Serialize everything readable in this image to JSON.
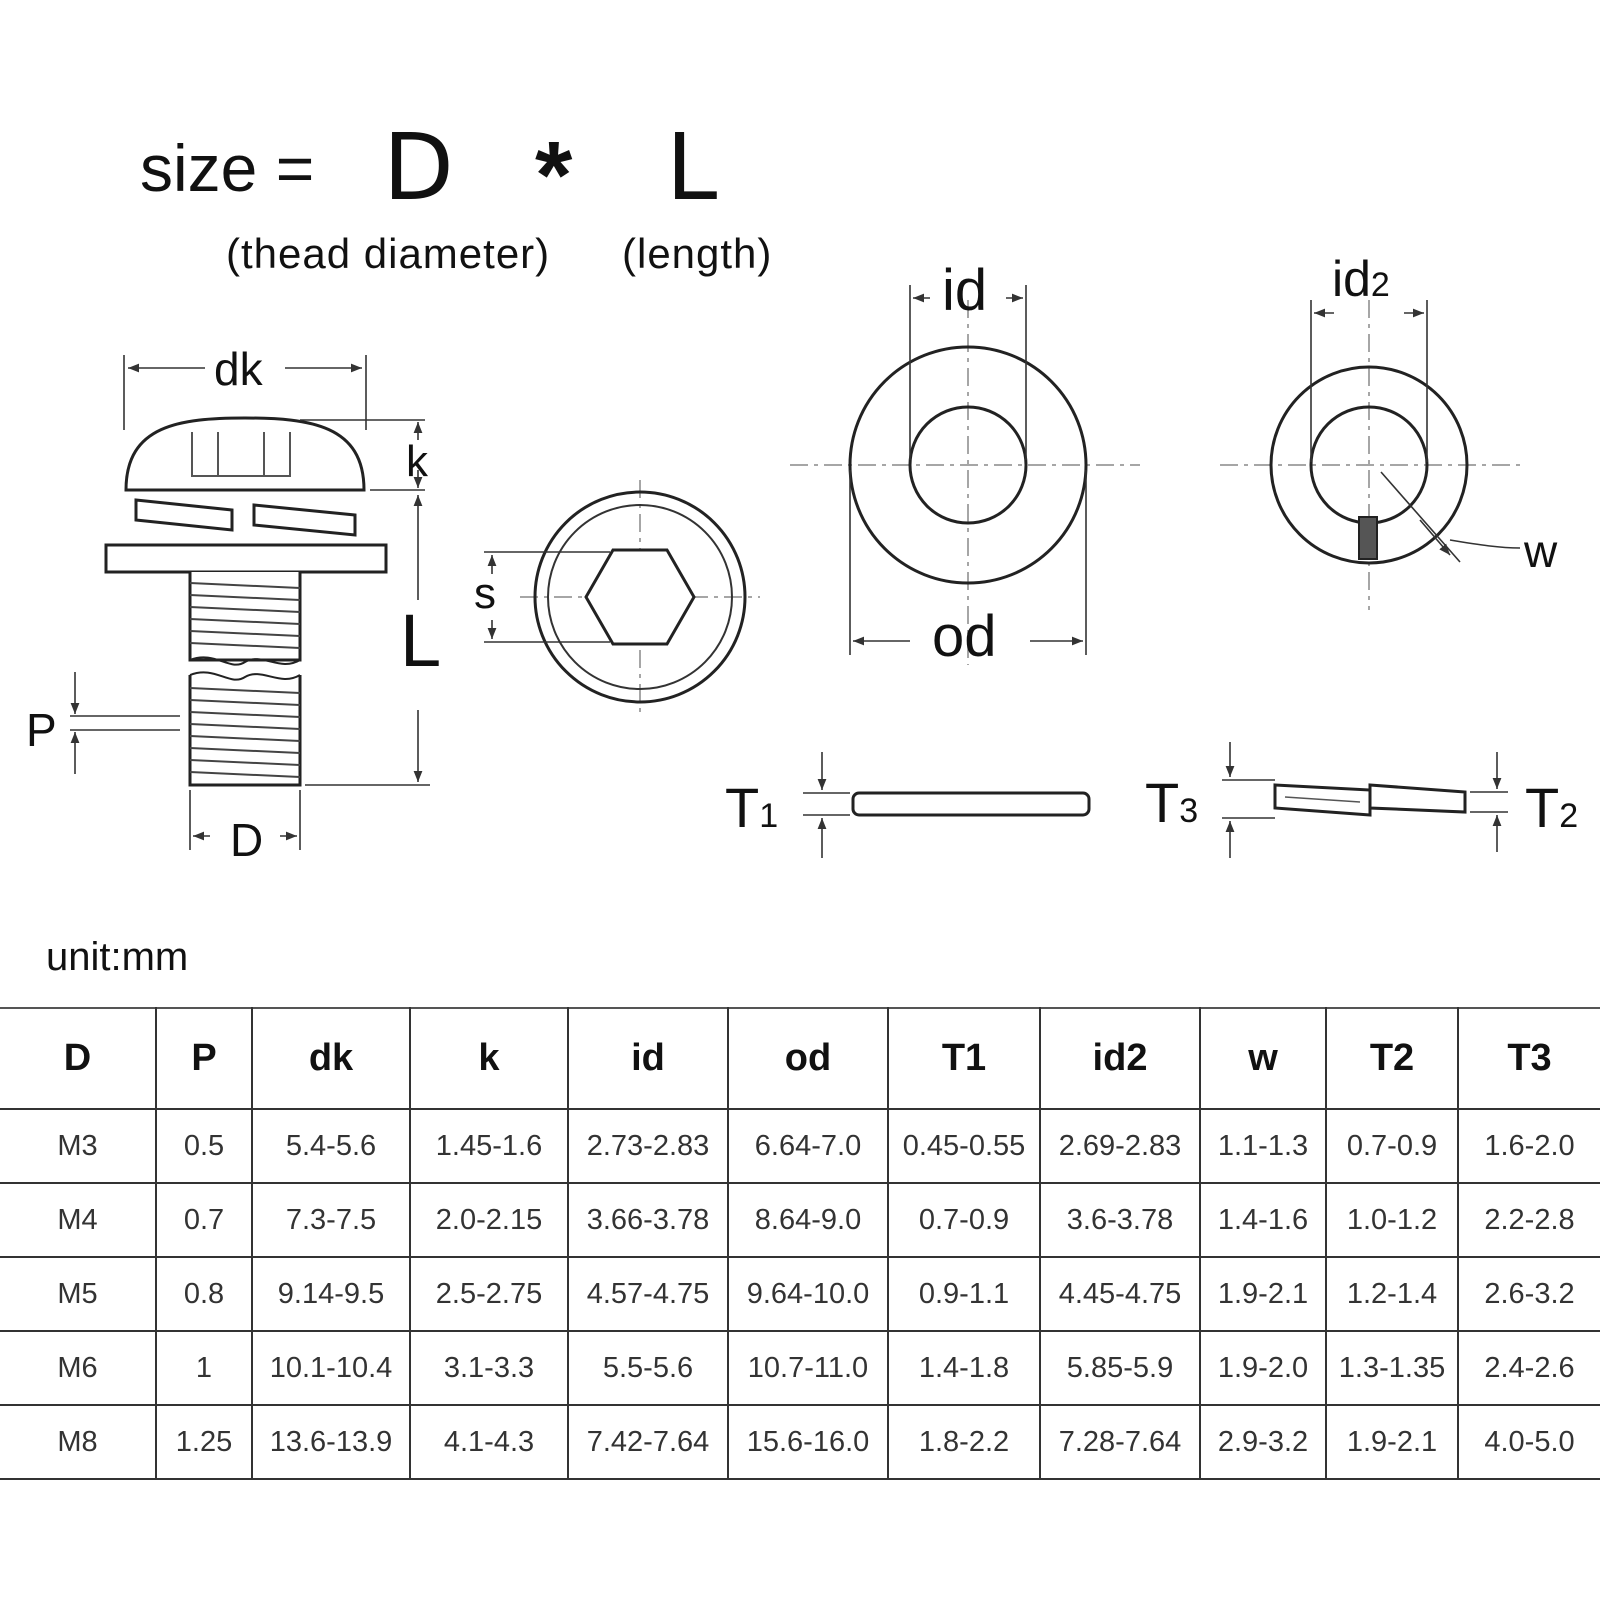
{
  "formula": {
    "size_label": "size =",
    "d": "D",
    "star": "*",
    "l": "L",
    "thread_note": "(thead diameter)",
    "length_note": "(length)"
  },
  "labels": {
    "dk": "dk",
    "k": "k",
    "L": "L",
    "P": "P",
    "D": "D",
    "s": "s",
    "id": "id",
    "od": "od",
    "id2": "id",
    "id2_sub": "2",
    "w": "w",
    "T1": "T",
    "T1_sub": "1",
    "T3": "T",
    "T3_sub": "3",
    "T2": "T",
    "T2_sub": "2"
  },
  "unit": "unit:mm",
  "table": {
    "headers": [
      "D",
      "P",
      "dk",
      "k",
      "id",
      "od",
      "T1",
      "id2",
      "w",
      "T2",
      "T3"
    ],
    "rows": [
      [
        "M3",
        "0.5",
        "5.4-5.6",
        "1.45-1.6",
        "2.73-2.83",
        "6.64-7.0",
        "0.45-0.55",
        "2.69-2.83",
        "1.1-1.3",
        "0.7-0.9",
        "1.6-2.0"
      ],
      [
        "M4",
        "0.7",
        "7.3-7.5",
        "2.0-2.15",
        "3.66-3.78",
        "8.64-9.0",
        "0.7-0.9",
        "3.6-3.78",
        "1.4-1.6",
        "1.0-1.2",
        "2.2-2.8"
      ],
      [
        "M5",
        "0.8",
        "9.14-9.5",
        "2.5-2.75",
        "4.57-4.75",
        "9.64-10.0",
        "0.9-1.1",
        "4.45-4.75",
        "1.9-2.1",
        "1.2-1.4",
        "2.6-3.2"
      ],
      [
        "M6",
        "1",
        "10.1-10.4",
        "3.1-3.3",
        "5.5-5.6",
        "10.7-11.0",
        "1.4-1.8",
        "5.85-5.9",
        "1.9-2.0",
        "1.3-1.35",
        "2.4-2.6"
      ],
      [
        "M8",
        "1.25",
        "13.6-13.9",
        "4.1-4.3",
        "7.42-7.64",
        "15.6-16.0",
        "1.8-2.2",
        "7.28-7.64",
        "2.9-3.2",
        "1.9-2.1",
        "4.0-5.0"
      ]
    ]
  }
}
